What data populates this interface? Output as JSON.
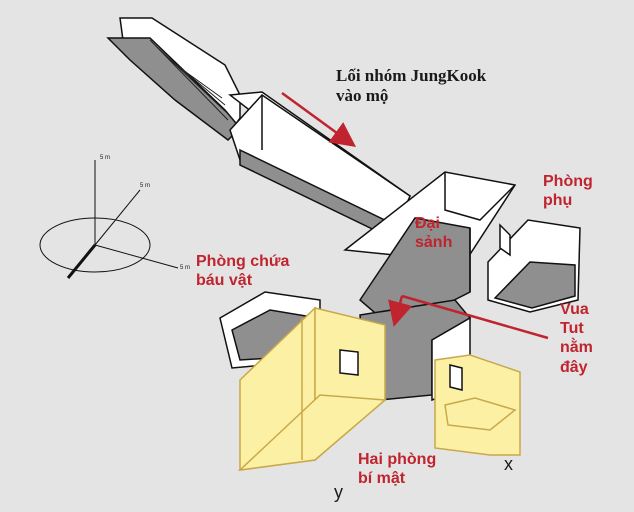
{
  "colors": {
    "red": "#c0242e",
    "secret": "#fbf0a4",
    "secret_edge": "#d4b95a",
    "wall": "#ffffff",
    "shade": "#8f8f8f",
    "background": "#e4e4e4"
  },
  "labels": {
    "entrance": "Lối nhóm JungKook\nvào mộ",
    "hall": "Đại\nsảnh",
    "annex": "Phòng\nphụ",
    "treasury": "Phòng chứa\nbáu vật",
    "king": "Vua\nTut\nnằm\nđây",
    "secret": "Hai phòng\nbí mật"
  },
  "axes": {
    "x": "x",
    "y": "y"
  },
  "scale": {
    "tick_a": "5 m",
    "tick_b": "5 m",
    "tick_c": "5 m"
  }
}
